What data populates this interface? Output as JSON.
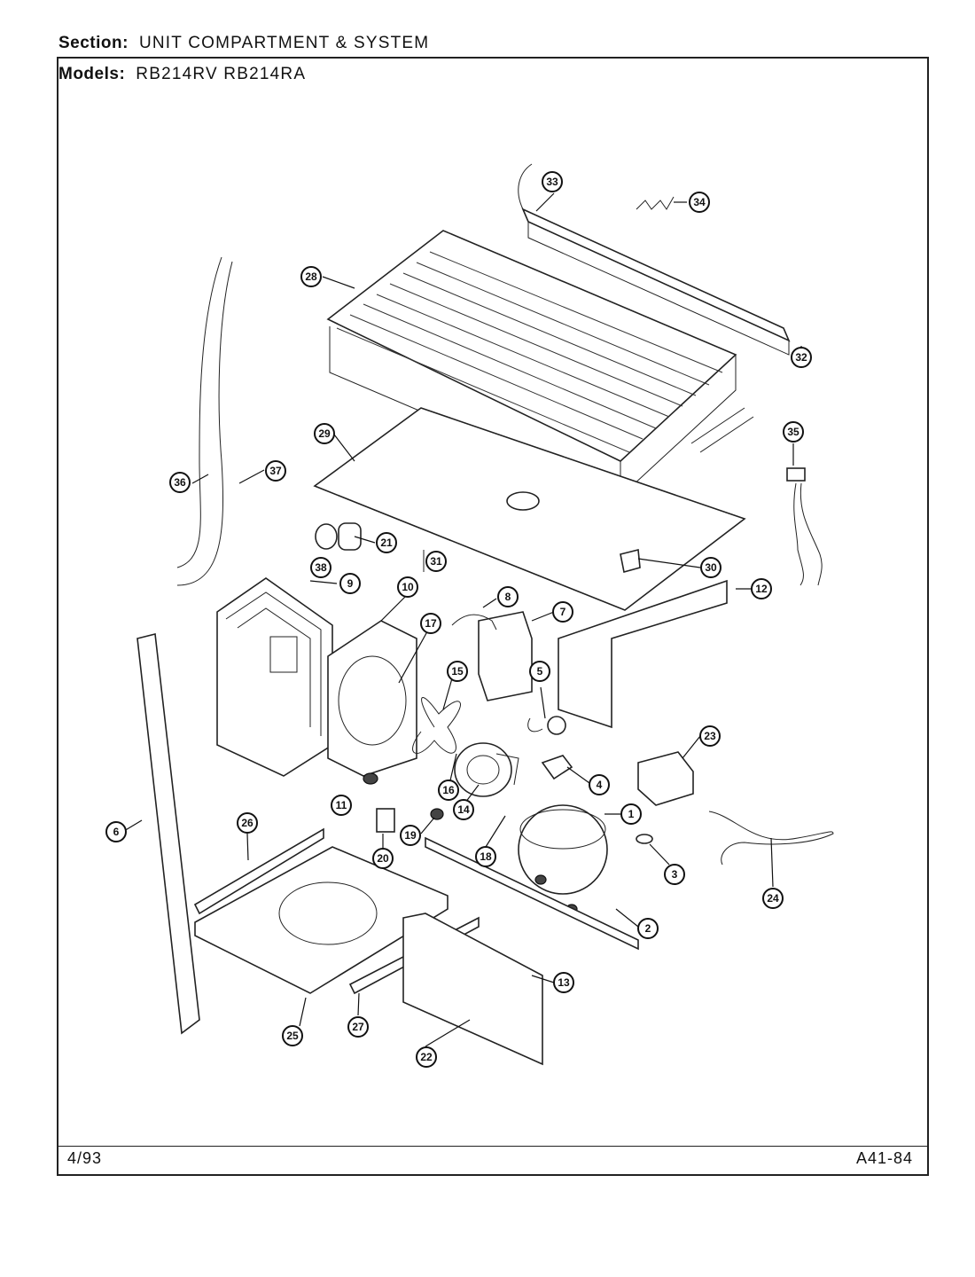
{
  "header": {
    "section_label": "Section:",
    "section_value": "UNIT COMPARTMENT & SYSTEM",
    "models_label": "Models:",
    "models_value": "RB214RV RB214RA"
  },
  "footer": {
    "date": "4/93",
    "page_code": "A41-84"
  },
  "callouts": [
    {
      "n": "1"
    },
    {
      "n": "2"
    },
    {
      "n": "3"
    },
    {
      "n": "4"
    },
    {
      "n": "5"
    },
    {
      "n": "6"
    },
    {
      "n": "6"
    },
    {
      "n": "7"
    },
    {
      "n": "8"
    },
    {
      "n": "9"
    },
    {
      "n": "10"
    },
    {
      "n": "11"
    },
    {
      "n": "12"
    },
    {
      "n": "13"
    },
    {
      "n": "14"
    },
    {
      "n": "15"
    },
    {
      "n": "16"
    },
    {
      "n": "17"
    },
    {
      "n": "18"
    },
    {
      "n": "19"
    },
    {
      "n": "20"
    },
    {
      "n": "21"
    },
    {
      "n": "22"
    },
    {
      "n": "23"
    },
    {
      "n": "24"
    },
    {
      "n": "25"
    },
    {
      "n": "26"
    },
    {
      "n": "27"
    },
    {
      "n": "28"
    },
    {
      "n": "29"
    },
    {
      "n": "30"
    },
    {
      "n": "31"
    },
    {
      "n": "32"
    },
    {
      "n": "33"
    },
    {
      "n": "34"
    },
    {
      "n": "35"
    },
    {
      "n": "36"
    },
    {
      "n": "37"
    },
    {
      "n": "38"
    }
  ]
}
